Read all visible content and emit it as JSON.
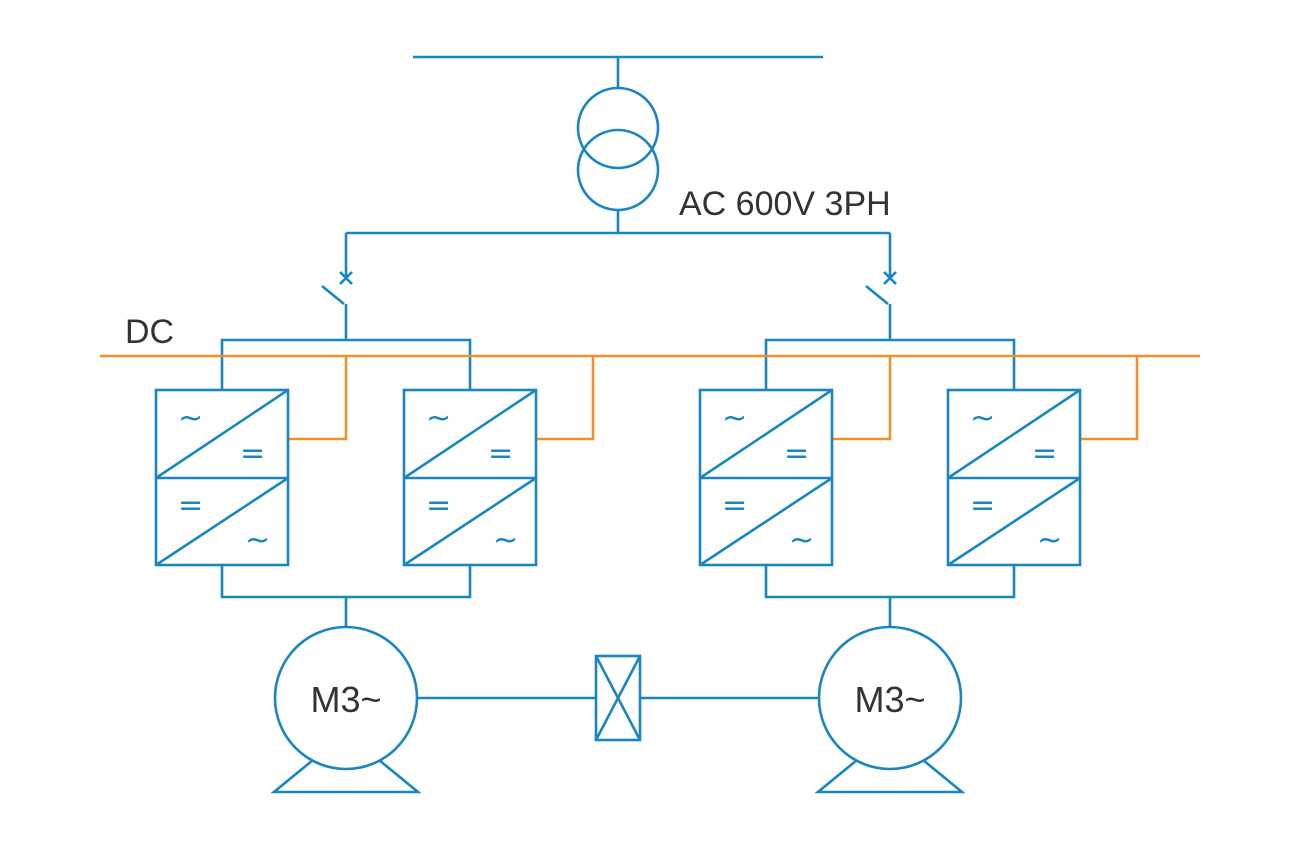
{
  "labels": {
    "ac_supply": "AC 600V 3PH",
    "dc_bus": "DC",
    "motor_left": "M3~",
    "motor_right": "M3~"
  },
  "symbols": {
    "ac": "~",
    "dc": "="
  },
  "colors": {
    "ac_lines": "#1a86c0",
    "dc_bus": "#f0902a",
    "text": "#333333"
  }
}
